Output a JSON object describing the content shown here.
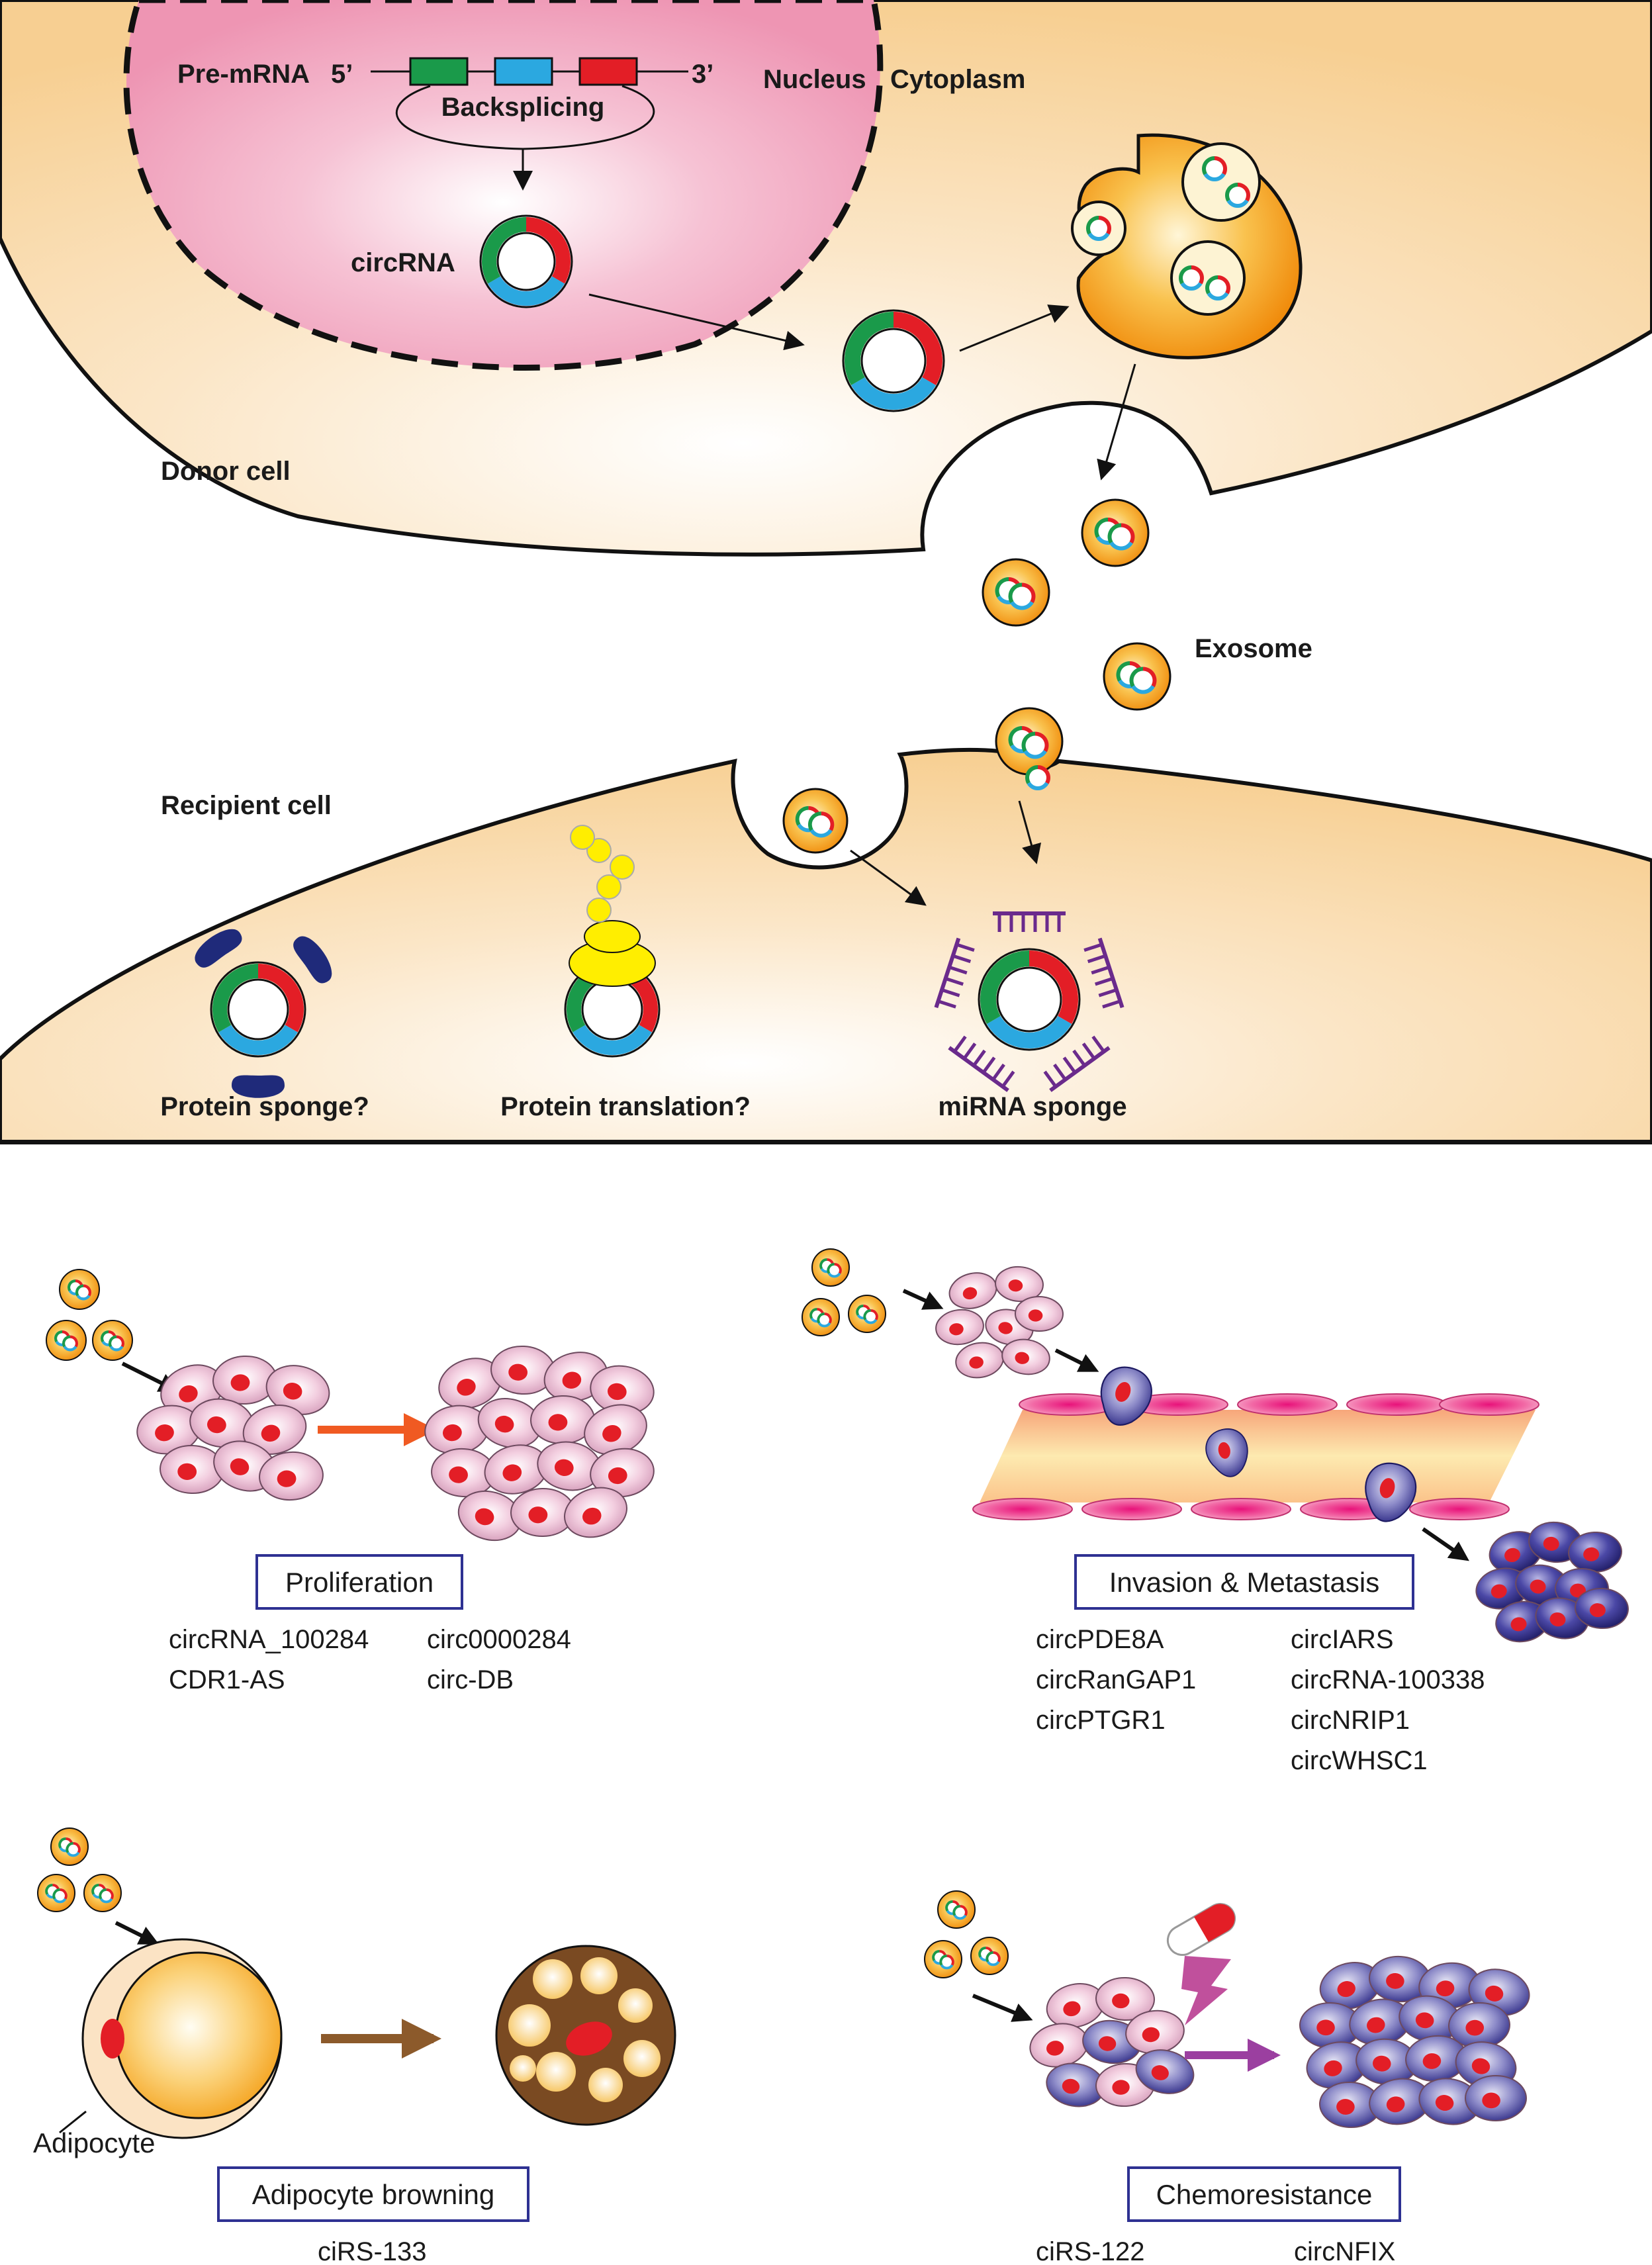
{
  "top_panel": {
    "pre_mrna": "Pre-mRNA",
    "five_prime": "5’",
    "three_prime": "3’",
    "backsplicing": "Backsplicing",
    "circrna": "circRNA",
    "nucleus": "Nucleus",
    "cytoplasm": "Cytoplasm",
    "donor_cell": "Donor cell",
    "exosome": "Exosome",
    "recipient_cell": "Recipient cell",
    "protein_sponge": "Protein sponge?",
    "protein_translation": "Protein translation?",
    "mirna_sponge": "miRNA sponge"
  },
  "proliferation": {
    "title": "Proliferation",
    "col1": [
      "circRNA_100284",
      "CDR1-AS"
    ],
    "col2": [
      "circ0000284",
      "circ-DB"
    ]
  },
  "invasion": {
    "title": "Invasion & Metastasis",
    "col1": [
      "circPDE8A",
      "circRanGAP1",
      "circPTGR1"
    ],
    "col2": [
      "circIARS",
      "circRNA-100338",
      "circNRIP1",
      "circWHSC1"
    ]
  },
  "adipocyte": {
    "cell_label": "Adipocyte",
    "title": "Adipocyte browning",
    "col1": [
      "ciRS-133"
    ]
  },
  "chemoresistance": {
    "title": "Chemoresistance",
    "col1": [
      "ciRS-122"
    ],
    "col2": [
      "circNFIX"
    ]
  },
  "colors": {
    "cell_fill": "#f9d9a6",
    "nucleus_fill": "#f0a3bd",
    "exon_green": "#1a9a4a",
    "exon_blue": "#2ba8e0",
    "exon_red": "#e31e26",
    "exosome_orange": "#f4a21d",
    "mirna_purple": "#6a2a8c",
    "box_border": "#2e3192",
    "arrow_orange": "#f05a22",
    "arrow_brown": "#8c5a2b",
    "arrow_purple": "#9b3fa0"
  }
}
